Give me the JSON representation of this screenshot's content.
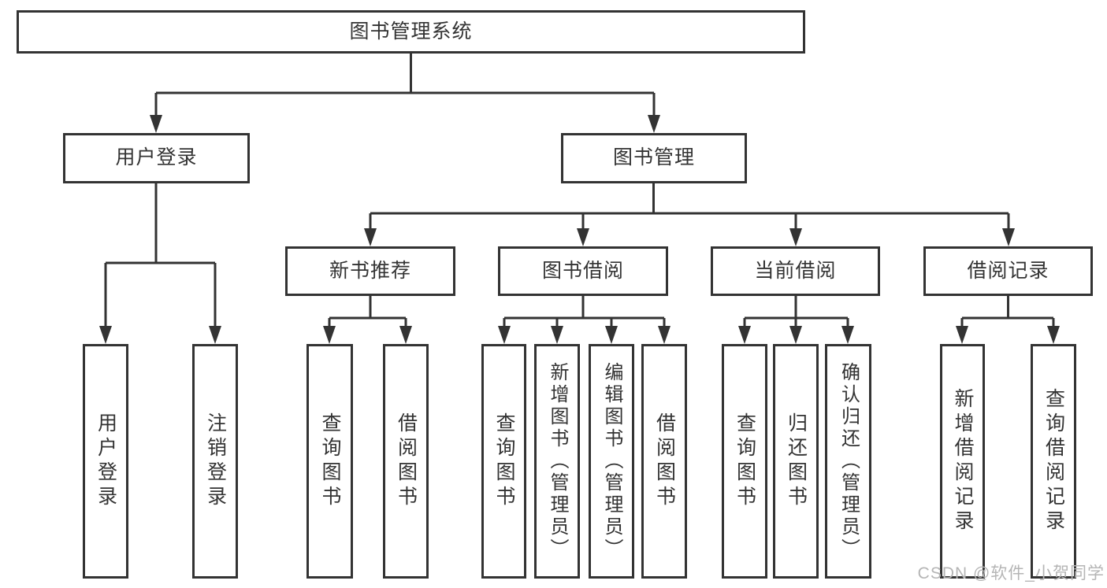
{
  "nodes": {
    "root": {
      "label": "图书管理系统"
    },
    "user_login": {
      "label": "用户登录"
    },
    "book_management": {
      "label": "图书管理"
    },
    "new_book_recommend": {
      "label": "新书推荐"
    },
    "book_borrow": {
      "label": "图书借阅"
    },
    "current_borrow": {
      "label": "当前借阅"
    },
    "borrow_records": {
      "label": "借阅记录"
    },
    "leaf_user_login": {
      "label": "用户登录"
    },
    "leaf_logout": {
      "label": "注销登录"
    },
    "leaf_rec_query_books": {
      "label": "查询图书"
    },
    "leaf_rec_borrow_books": {
      "label": "借阅图书"
    },
    "leaf_bb_query_books": {
      "label": "查询图书"
    },
    "leaf_bb_add_books": {
      "label": "新增图书（管理员）"
    },
    "leaf_bb_edit_books": {
      "label": "编辑图书（管理员）"
    },
    "leaf_bb_borrow_books": {
      "label": "借阅图书"
    },
    "leaf_cb_query_books": {
      "label": "查询图书"
    },
    "leaf_cb_return_books": {
      "label": "归还图书"
    },
    "leaf_cb_confirm_return": {
      "label": "确认归还（管理员）"
    },
    "leaf_br_add_record": {
      "label": "新增借阅记录"
    },
    "leaf_br_query_record": {
      "label": "查询借阅记录"
    }
  },
  "watermark": "CSDN @软件_小贺同学",
  "colors": {
    "line": "#333333",
    "node_border": "#333333",
    "text": "#333333",
    "watermark": "#b5b5b5",
    "background": "#ffffff"
  }
}
